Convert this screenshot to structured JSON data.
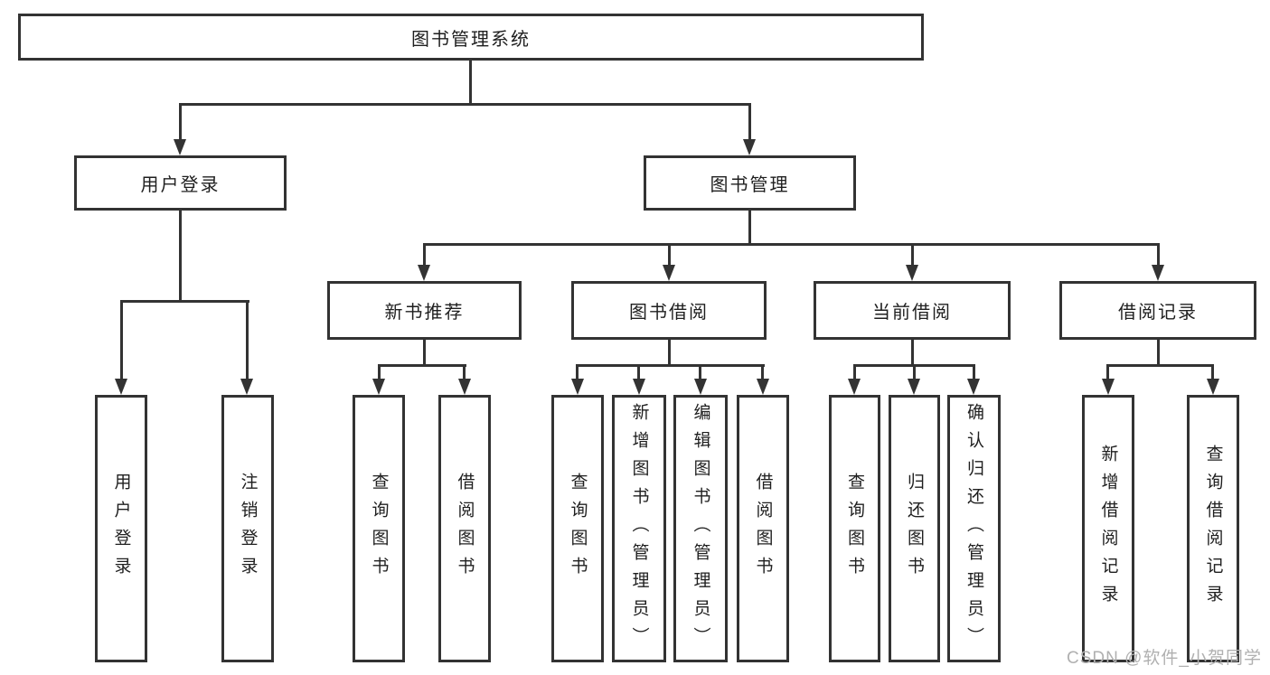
{
  "tree": {
    "label": "图书管理系统",
    "children": [
      {
        "label": "用户登录",
        "children": [
          {
            "label": "用户登录"
          },
          {
            "label": "注销登录"
          }
        ]
      },
      {
        "label": "图书管理",
        "children": [
          {
            "label": "新书推荐",
            "children": [
              {
                "label": "查询图书"
              },
              {
                "label": "借阅图书"
              }
            ]
          },
          {
            "label": "图书借阅",
            "children": [
              {
                "label": "查询图书"
              },
              {
                "label": "新增图书（管理员）"
              },
              {
                "label": "编辑图书（管理员）"
              },
              {
                "label": "借阅图书"
              }
            ]
          },
          {
            "label": "当前借阅",
            "children": [
              {
                "label": "查询图书"
              },
              {
                "label": "归还图书"
              },
              {
                "label": "确认归还（管理员）"
              }
            ]
          },
          {
            "label": "借阅记录",
            "children": [
              {
                "label": "新增借阅记录"
              },
              {
                "label": "查询借阅记录"
              }
            ]
          }
        ]
      }
    ]
  },
  "watermark": {
    "text": "CSDN @软件_小贺同学"
  },
  "colors": {
    "line": "#333333",
    "text": "#1f1f1f",
    "box_fill": "#ffffff",
    "background": "#ffffff",
    "watermark": "#b0b0b0"
  }
}
